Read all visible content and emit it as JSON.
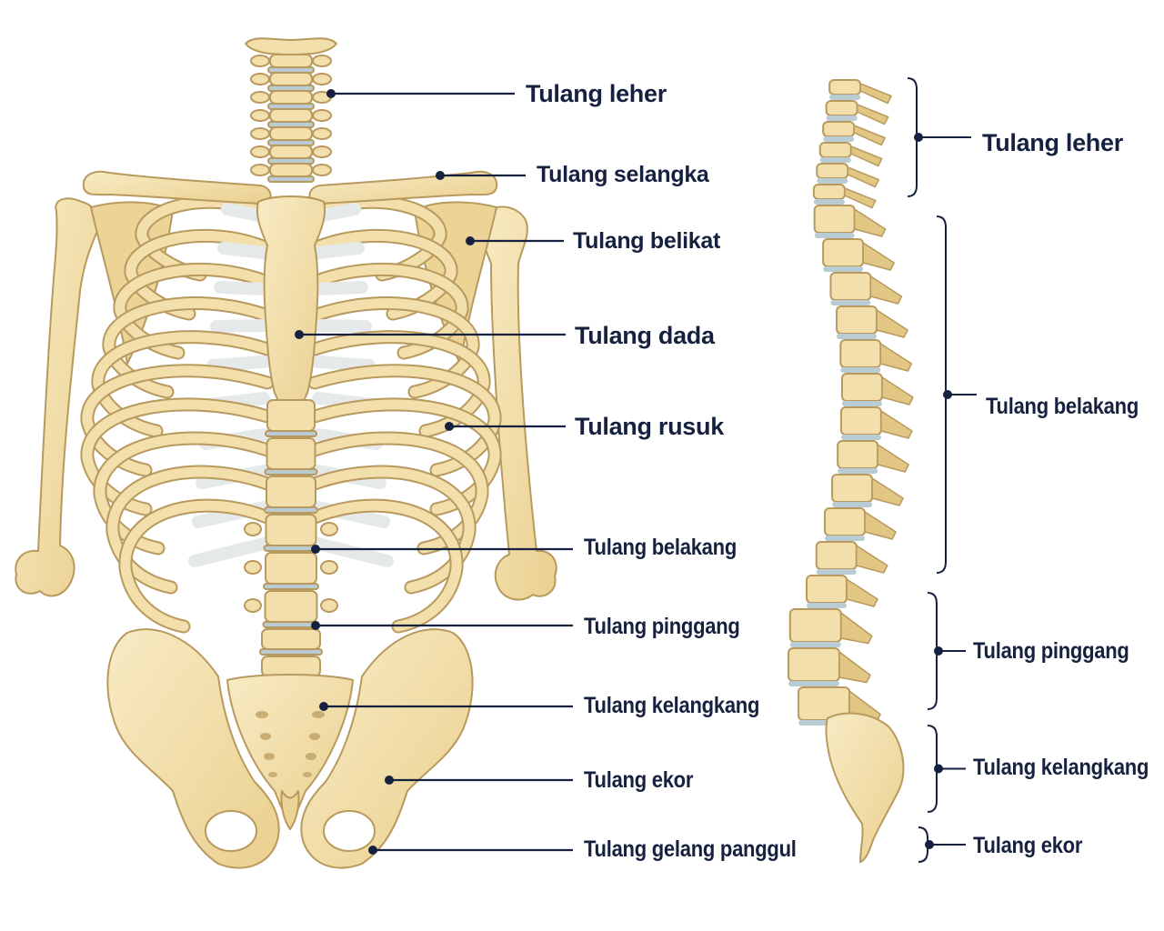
{
  "colors": {
    "bone": "#f3dfac",
    "bone_shadow": "#e2c684",
    "outline": "#b8995e",
    "cartilage": "#e6e9ea",
    "disc": "#b9cbd3",
    "leader": "#16213f"
  },
  "front_labels": [
    "Tulang leher",
    "Tulang selangka",
    "Tulang belikat",
    "Tulang dada",
    "Tulang rusuk",
    "Tulang belakang",
    "Tulang pinggang",
    "Tulang kelangkang",
    "Tulang ekor",
    "Tulang gelang panggul"
  ],
  "side_labels": [
    "Tulang leher",
    "Tulang belakang",
    "Tulang pinggang",
    "Tulang kelangkang",
    "Tulang ekor"
  ]
}
